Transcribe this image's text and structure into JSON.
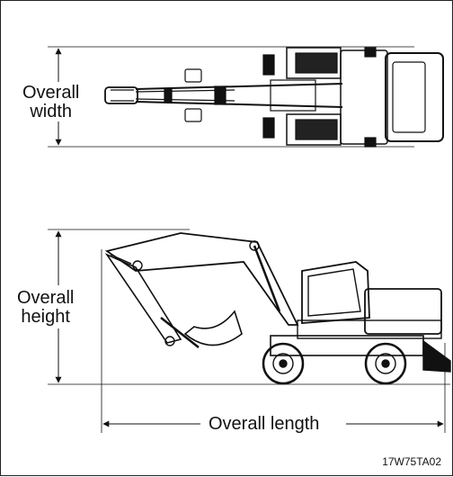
{
  "labels": {
    "overall_width": [
      "Overall",
      "width"
    ],
    "overall_height": [
      "Overall",
      "height"
    ],
    "overall_length": "Overall length",
    "figure_code": "17W75TA02"
  },
  "colors": {
    "line": "#111111",
    "background": "#ffffff"
  }
}
